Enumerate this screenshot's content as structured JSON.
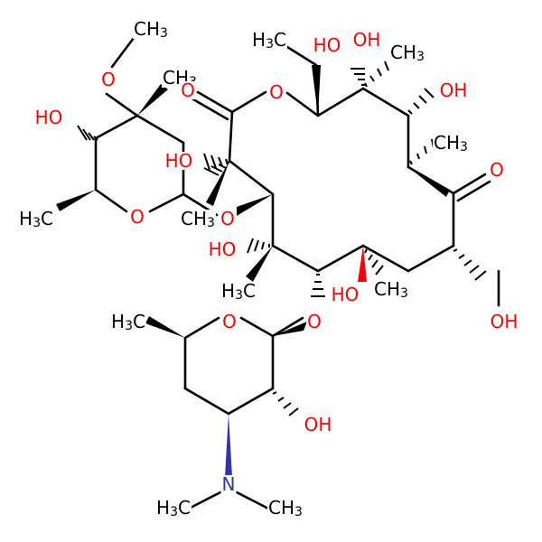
{
  "colors": {
    "bond": "#000000",
    "oxygen": "#ff0000",
    "nitrogen": "#3333aa",
    "carbon": "#000000",
    "background": "#ffffff"
  },
  "atoms": [
    {
      "id": "methoxy-methyl",
      "text": "CH3",
      "element": "C"
    },
    {
      "id": "methoxy-oxygen",
      "text": "O",
      "element": "O"
    },
    {
      "id": "cladinose-methyl-top",
      "text": "CH3",
      "element": "C"
    },
    {
      "id": "cladinose-hydroxyl",
      "text": "HO",
      "element": "O"
    },
    {
      "id": "ester-carbonyl-oxygen",
      "text": "O",
      "element": "O"
    },
    {
      "id": "ring-ester-oxygen",
      "text": "O",
      "element": "O"
    },
    {
      "id": "ethyl-methyl",
      "text": "H3C",
      "element": "C"
    },
    {
      "id": "c12-hydroxyl",
      "text": "HO",
      "element": "O"
    },
    {
      "id": "c12-hydroxyl-2",
      "text": "OH",
      "element": "O"
    },
    {
      "id": "c12-methyl",
      "text": "CH3",
      "element": "C"
    },
    {
      "id": "c11-hydroxyl",
      "text": "OH",
      "element": "O"
    },
    {
      "id": "c10-methyl",
      "text": "CH3",
      "element": "C"
    },
    {
      "id": "ketone-oxygen",
      "text": "O",
      "element": "O"
    },
    {
      "id": "c2-hydroxyl",
      "text": "HO",
      "element": "O"
    },
    {
      "id": "cladinose-ring-oxygen",
      "text": "O",
      "element": "O"
    },
    {
      "id": "cladinose-methyl-left",
      "text": "H3C",
      "element": "C"
    },
    {
      "id": "c3-glycosidic-oxygen",
      "text": "O",
      "element": "O"
    },
    {
      "id": "c2-methyl",
      "text": "CH3",
      "element": "C"
    },
    {
      "id": "c4-hydroxyl",
      "text": "HO",
      "element": "O"
    },
    {
      "id": "c4-methyl",
      "text": "H3C",
      "element": "C"
    },
    {
      "id": "c6-hydroxyl",
      "text": "HO",
      "element": "O"
    },
    {
      "id": "c6-methyl",
      "text": "CH3",
      "element": "C"
    },
    {
      "id": "hydroxymethyl-oxygen",
      "text": "OH",
      "element": "O"
    },
    {
      "id": "c5-glycosidic-oxygen",
      "text": "O",
      "element": "O"
    },
    {
      "id": "desosamine-methyl",
      "text": "H3C",
      "element": "C"
    },
    {
      "id": "desosamine-ring-oxygen",
      "text": "O",
      "element": "O"
    },
    {
      "id": "desosamine-hydroxyl",
      "text": "OH",
      "element": "O"
    },
    {
      "id": "dimethylamino-nitrogen",
      "text": "N",
      "element": "N"
    },
    {
      "id": "n-methyl-left",
      "text": "H3C",
      "element": "C"
    },
    {
      "id": "n-methyl-right",
      "text": "CH3",
      "element": "C"
    }
  ]
}
